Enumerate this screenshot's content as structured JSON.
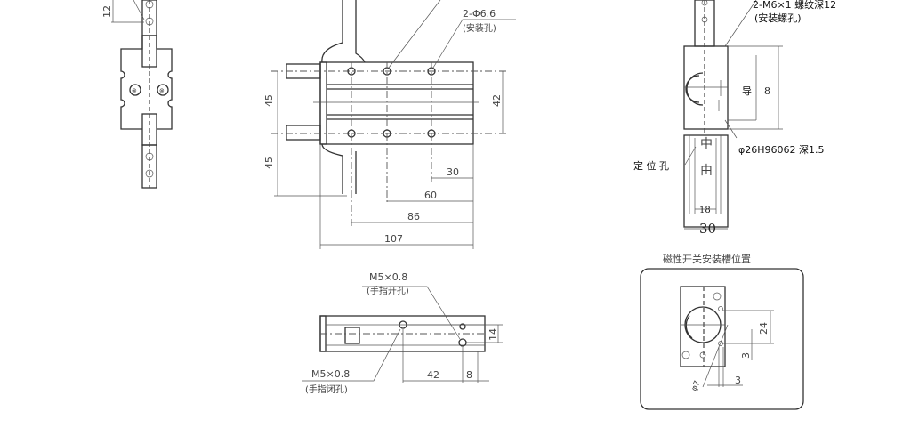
{
  "left_view": {
    "dim_12": "12"
  },
  "top_view": {
    "hole_label": "2-Φ6.6",
    "hole_note": "(安装孔)",
    "dims": {
      "h1": "45",
      "h2": "45",
      "h3": "42",
      "d30": "30",
      "d60": "60",
      "d86": "86",
      "d107": "107"
    }
  },
  "side_view": {
    "open_port": "M5×0.8",
    "open_note": "(手指开孔)",
    "close_port": "M5×0.8",
    "close_note": "(手指闭孔)",
    "d42": "42",
    "d8": "8",
    "d14": "14"
  },
  "end_view": {
    "thread_label": "2-M6×1  螺纹深12",
    "thread_note": "(安装螺孔)",
    "guide": "导",
    "guide_dim": "8",
    "bore_label": "φ26H96062  深1.5",
    "locate_label": "定 位 孔",
    "zhong": "中",
    "you": "由",
    "d18": "18",
    "d30": "30"
  },
  "switch_view": {
    "title": "磁性开关安装槽位置",
    "d24": "24",
    "d3v": "3",
    "d3h": "3",
    "phi": "φ7"
  }
}
